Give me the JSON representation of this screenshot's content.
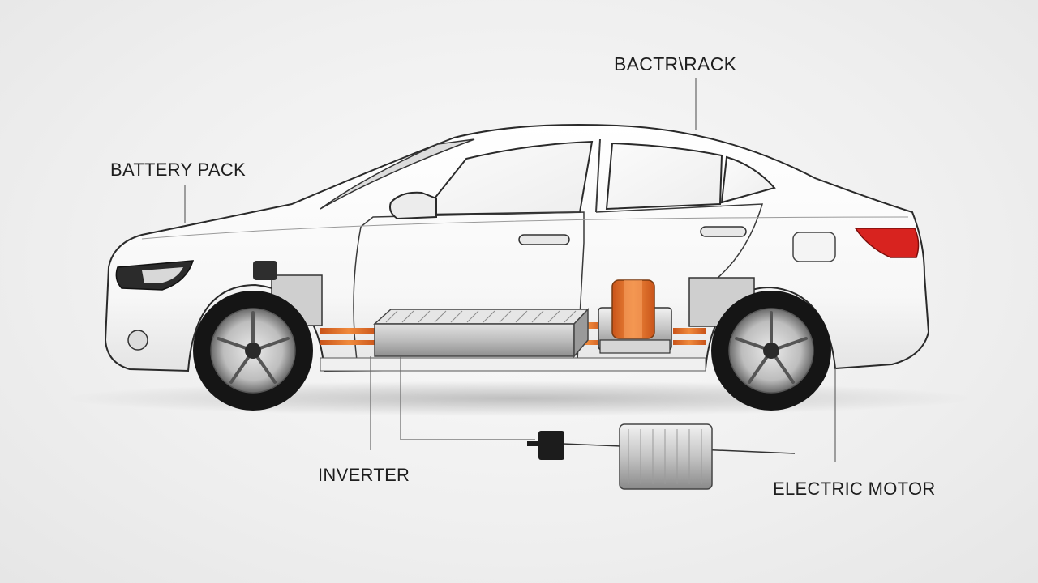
{
  "diagram": {
    "labels": {
      "top": "BACTR\\RACK",
      "battery_pack": "BATTERY PACK",
      "inverter": "INVERTER",
      "electric_motor": "ELECTRIC MOTOR"
    },
    "colors": {
      "background": "#f1f1f1",
      "car_body": "#ffffff",
      "outline": "#2a2a2a",
      "cable": "#e36a1f",
      "tail_light": "#d8231f",
      "component_metal": "#c8c8c8"
    },
    "icons": [
      "car-side",
      "battery-pack",
      "electric-motor",
      "inverter",
      "wheel"
    ]
  }
}
